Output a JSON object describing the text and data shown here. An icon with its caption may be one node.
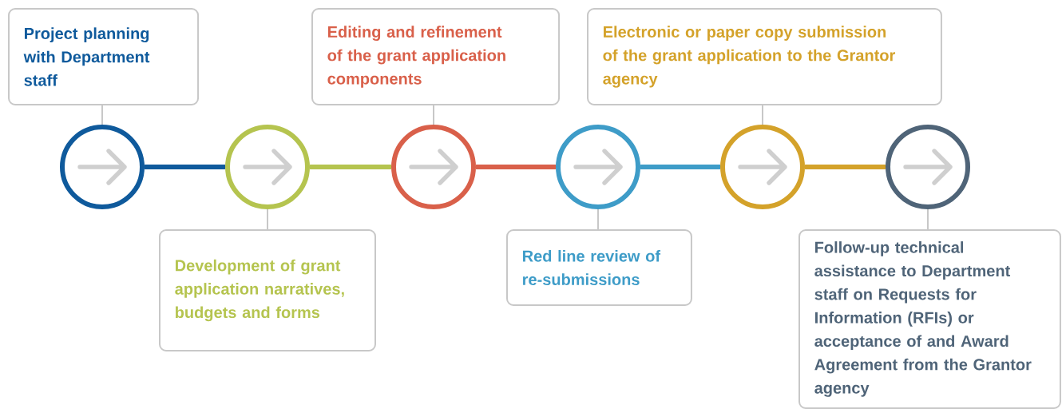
{
  "diagram": {
    "nodes": [
      {
        "text": [
          "Project planning with Department staff"
        ]
      },
      {
        "text": [
          "Development of grant application narratives, budgets and forms"
        ]
      },
      {
        "text": [
          "Editing and refinement of the grant application components"
        ]
      },
      {
        "text": [
          "Red line review of re-submissions"
        ]
      },
      {
        "text": [
          "Electronic or paper copy submission of the grant application to the Grantor agency"
        ]
      },
      {
        "text": [
          "Follow-up technical assistance to Department staff on Requests for Information (RFIs) or acceptance of and Award Agreement from the Grantor agency"
        ]
      },
      {
        "text": [],
        "shape": "circle"
      },
      {
        "text": [],
        "shape": "circle"
      },
      {
        "text": [],
        "shape": "circle"
      },
      {
        "text": [],
        "shape": "circle"
      },
      {
        "text": [],
        "shape": "circle"
      },
      {
        "text": [],
        "shape": "circle"
      }
    ],
    "edges": [
      {
        "from": 6,
        "to": 7,
        "arrow": "none",
        "style": "thick",
        "color": "#0f5a9c"
      },
      {
        "from": 7,
        "to": 8,
        "arrow": "none",
        "style": "thick",
        "color": "#b5c44f"
      },
      {
        "from": 8,
        "to": 9,
        "arrow": "none",
        "style": "thick",
        "color": "#d9604a"
      },
      {
        "from": 9,
        "to": 10,
        "arrow": "none",
        "style": "thick",
        "color": "#3e9cc8"
      },
      {
        "from": 10,
        "to": 11,
        "arrow": "none",
        "style": "thick",
        "color": "#d4a22a"
      },
      {
        "from": 0,
        "to": 6,
        "arrow": "none"
      },
      {
        "from": 1,
        "to": 7,
        "arrow": "none"
      },
      {
        "from": 2,
        "to": 8,
        "arrow": "none"
      },
      {
        "from": 3,
        "to": 9,
        "arrow": "none"
      },
      {
        "from": 4,
        "to": 10,
        "arrow": "none"
      },
      {
        "from": 5,
        "to": 11,
        "arrow": "none"
      }
    ]
  }
}
